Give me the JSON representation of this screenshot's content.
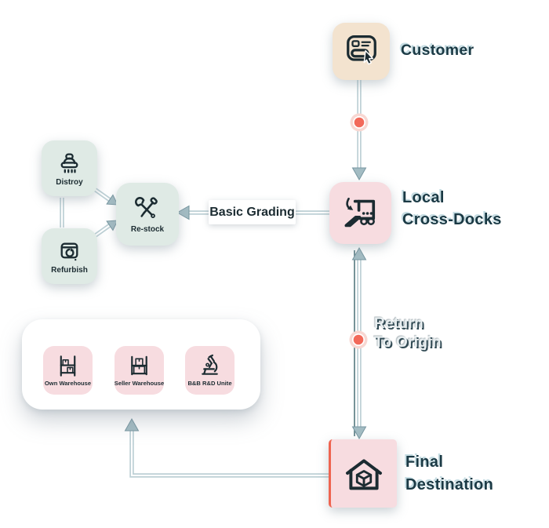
{
  "title": "Reverse logistics returns flow diagram",
  "colors": {
    "bg": "#ffffff",
    "beige": "#f3e3cf",
    "pink": "#f7dce0",
    "mint": "#dfeae5",
    "ink": "#1b2b31",
    "label": "#1b3a45",
    "label-shadow": "#c6dde3",
    "ghost": "#e9eff1",
    "line": "#bdd0d5",
    "line-dark": "#54787f",
    "arrow": "#a3bcc3",
    "arrow-edge": "#7796a0",
    "dot": "#f2695a",
    "dot-halo": "#f8d7d2",
    "accent-red": "#ef6450"
  },
  "nodes": {
    "customer": {
      "label": "Customer",
      "icon": "customer-form-cursor-icon"
    },
    "local_cross_docks": {
      "label_line1": "Local",
      "label_line2": "Cross-Docks",
      "icon": "forklift-dock-icon"
    },
    "restock": {
      "label": "Re-stock",
      "icon": "tools-icon"
    },
    "distroy": {
      "label": "Distroy",
      "icon": "shower-icon"
    },
    "refurbish": {
      "label": "Refurbish",
      "icon": "washer-rotate-icon"
    },
    "final_destination": {
      "label_line1": "Final",
      "label_line2": "Destination",
      "icon": "house-cube-icon"
    },
    "own_warehouse": {
      "label": "Own Warehouse",
      "icon": "shelf-boxes-icon"
    },
    "seller_warehouse": {
      "label": "Seller Warehouse",
      "icon": "stacked-boxes-icon"
    },
    "bb_rd_unite": {
      "label": "B&B R&D Unite",
      "icon": "microscope-icon"
    }
  },
  "edges": {
    "basic_grading": {
      "label": "Basic Grading"
    },
    "return_to_origin": {
      "label_line1": "Return",
      "label_line2": "To Origin"
    }
  }
}
